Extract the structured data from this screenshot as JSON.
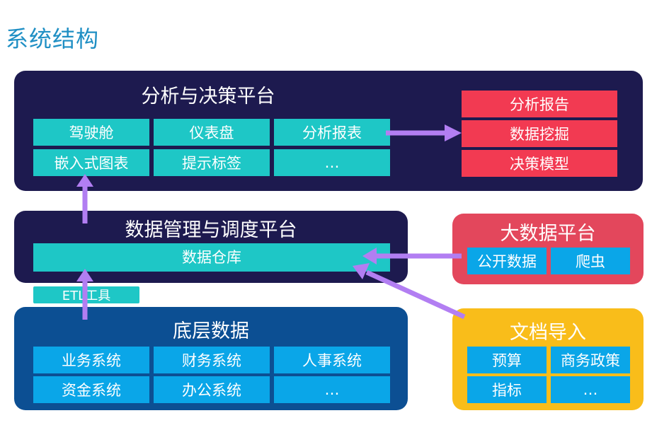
{
  "page_title": "系统结构",
  "analysis": {
    "title": "分析与决策平台",
    "cells": [
      "驾驶舱",
      "仪表盘",
      "分析报表",
      "嵌入式图表",
      "提示标签",
      "…"
    ],
    "outputs": [
      "分析报告",
      "数据挖掘",
      "决策模型"
    ]
  },
  "management": {
    "title": "数据管理与调度平台",
    "warehouse": "数据仓库",
    "etl": "ETL工具"
  },
  "bigdata": {
    "title": "大数据平台",
    "cells": [
      "公开数据",
      "爬虫"
    ]
  },
  "base": {
    "title": "底层数据",
    "cells": [
      "业务系统",
      "财务系统",
      "人事系统",
      "资金系统",
      "办公系统",
      "…"
    ]
  },
  "docs": {
    "title": "文档导入",
    "cells": [
      "预算",
      "商务政策",
      "指标",
      "…"
    ]
  },
  "colors": {
    "navy_panel": "#1d1a4f",
    "base_panel": "#0c4f93",
    "bigdata_panel": "#e3475c",
    "docs_panel": "#f9bd1a",
    "teal_cell": "#1ec7c6",
    "red_cell": "#f23a52",
    "blue_cell": "#0aa6e8",
    "arrow": "#b27ef2",
    "title": "#1f8fc4"
  }
}
